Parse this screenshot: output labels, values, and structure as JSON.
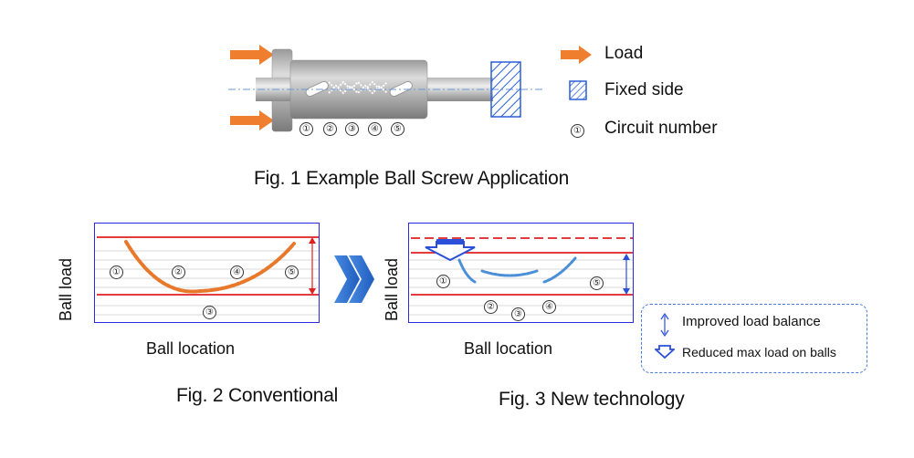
{
  "fig1": {
    "legend": {
      "load": "Load",
      "fixed_side": "Fixed side",
      "circuit_number": "Circuit number"
    },
    "circuit_numbers": [
      "①",
      "②",
      "③",
      "④",
      "⑤"
    ],
    "caption": "Fig. 1 Example Ball Screw Application"
  },
  "fig2": {
    "y_label": "Ball load",
    "x_label": "Ball location",
    "caption": "Fig. 2 Conventional",
    "circuit_numbers": [
      "①",
      "②",
      "③",
      "④",
      "⑤"
    ]
  },
  "fig3": {
    "y_label": "Ball load",
    "x_label": "Ball location",
    "caption": "Fig. 3 New technology",
    "circuit_numbers": [
      "①",
      "②",
      "③",
      "④",
      "⑤"
    ],
    "legend": {
      "improved": "Improved load balance",
      "reduced": "Reduced max load on balls"
    }
  },
  "colors": {
    "load_arrow": "#ef7f2f",
    "fixed_side": "#2a5fd6",
    "panel_border": "#2a2ae0",
    "limit_line": "#e02020",
    "curve_conventional": "#e8782a",
    "curve_new": "#4a8fd8",
    "chevron": "#2f6fd0"
  }
}
